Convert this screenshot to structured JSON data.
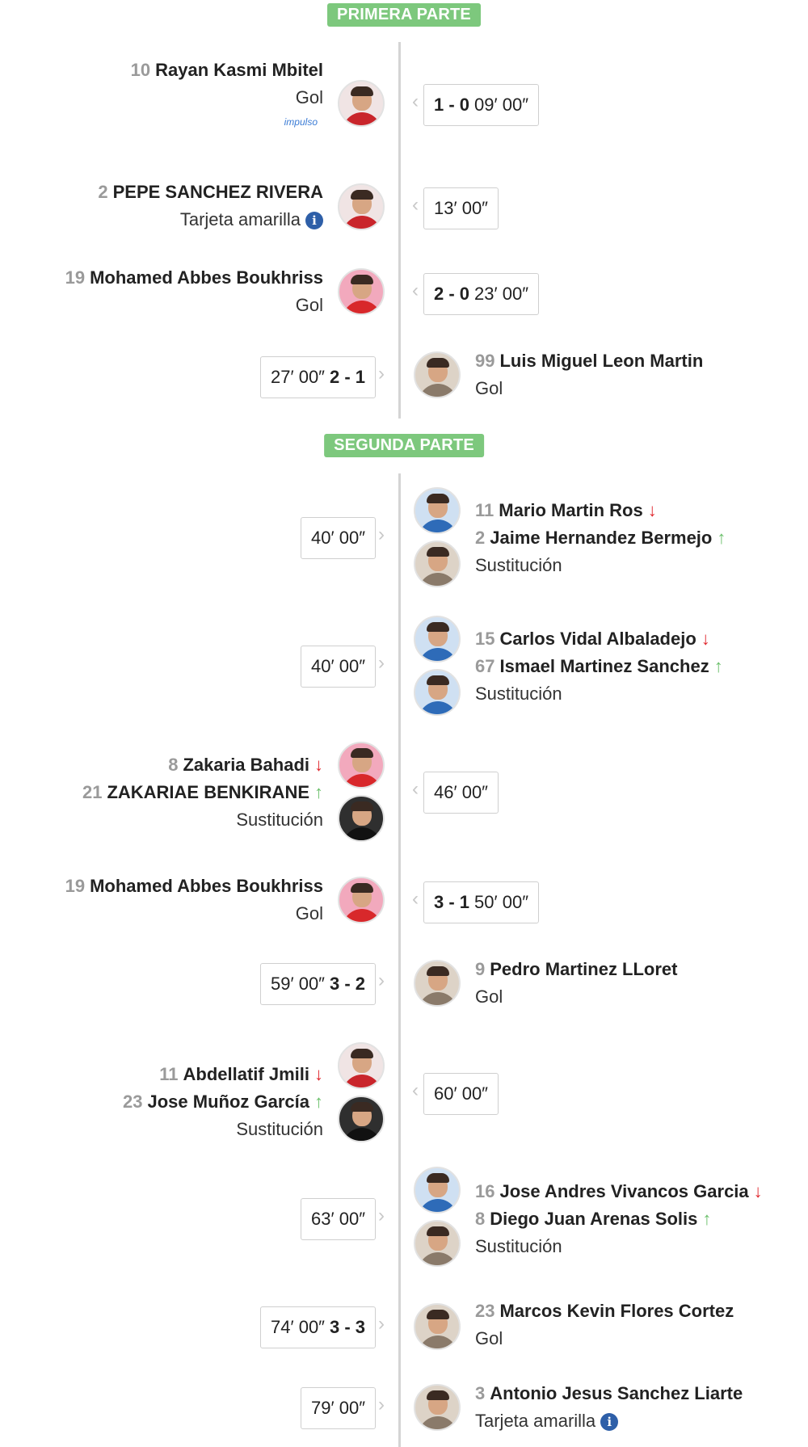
{
  "sections": {
    "first": "PRIMERA PARTE",
    "second": "SEGUNDA PARTE"
  },
  "colors": {
    "badge": "#7dc87d",
    "arrow_out": "#e0282e",
    "arrow_in": "#6cc06c",
    "info_icon": "#2e5fa8"
  },
  "events": [
    {
      "side": "left",
      "players": [
        {
          "num": "10",
          "name": "Rayan Kasmi Mbitel"
        }
      ],
      "type": "Gol",
      "time": "09′ 00″",
      "score": "1 - 0",
      "sponsor": "impulso"
    },
    {
      "side": "left",
      "players": [
        {
          "num": "2",
          "name": "PEPE SANCHEZ RIVERA"
        }
      ],
      "type": "Tarjeta amarilla",
      "info": "i",
      "time": "13′ 00″"
    },
    {
      "side": "left",
      "players": [
        {
          "num": "19",
          "name": "Mohamed Abbes Boukhriss"
        }
      ],
      "type": "Gol",
      "time": "23′ 00″",
      "score": "2 - 0"
    },
    {
      "side": "right",
      "players": [
        {
          "num": "99",
          "name": "Luis Miguel Leon Martin"
        }
      ],
      "type": "Gol",
      "time": "27′ 00″",
      "score": "2 - 1"
    },
    {
      "side": "right",
      "players": [
        {
          "num": "11",
          "name": "Mario Martin Ros",
          "dir": "↓"
        },
        {
          "num": "2",
          "name": "Jaime Hernandez Bermejo",
          "dir": "↑"
        }
      ],
      "type": "Sustitución",
      "time": "40′ 00″"
    },
    {
      "side": "right",
      "players": [
        {
          "num": "15",
          "name": "Carlos Vidal Albaladejo",
          "dir": "↓"
        },
        {
          "num": "67",
          "name": "Ismael Martinez Sanchez",
          "dir": "↑"
        }
      ],
      "type": "Sustitución",
      "time": "40′ 00″"
    },
    {
      "side": "left",
      "players": [
        {
          "num": "8",
          "name": "Zakaria Bahadi",
          "dir": "↓"
        },
        {
          "num": "21",
          "name": "ZAKARIAE BENKIRANE",
          "dir": "↑"
        }
      ],
      "type": "Sustitución",
      "time": "46′ 00″"
    },
    {
      "side": "left",
      "players": [
        {
          "num": "19",
          "name": "Mohamed Abbes Boukhriss"
        }
      ],
      "type": "Gol",
      "time": "50′ 00″",
      "score": "3 - 1"
    },
    {
      "side": "right",
      "players": [
        {
          "num": "9",
          "name": "Pedro Martinez LLoret"
        }
      ],
      "type": "Gol",
      "time": "59′ 00″",
      "score": "3 - 2"
    },
    {
      "side": "left",
      "players": [
        {
          "num": "11",
          "name": "Abdellatif Jmili",
          "dir": "↓"
        },
        {
          "num": "23",
          "name": "Jose Muñoz García",
          "dir": "↑"
        }
      ],
      "type": "Sustitución",
      "time": "60′ 00″"
    },
    {
      "side": "right",
      "players": [
        {
          "num": "16",
          "name": "Jose Andres Vivancos Garcia",
          "dir": "↓"
        },
        {
          "num": "8",
          "name": "Diego Juan Arenas Solis",
          "dir": "↑"
        }
      ],
      "type": "Sustitución",
      "time": "63′ 00″"
    },
    {
      "side": "right",
      "players": [
        {
          "num": "23",
          "name": "Marcos Kevin Flores Cortez"
        }
      ],
      "type": "Gol",
      "time": "74′ 00″",
      "score": "3 - 3"
    },
    {
      "side": "right",
      "players": [
        {
          "num": "3",
          "name": "Antonio Jesus Sanchez Liarte"
        }
      ],
      "type": "Tarjeta amarilla",
      "info": "i",
      "time": "79′ 00″"
    }
  ]
}
